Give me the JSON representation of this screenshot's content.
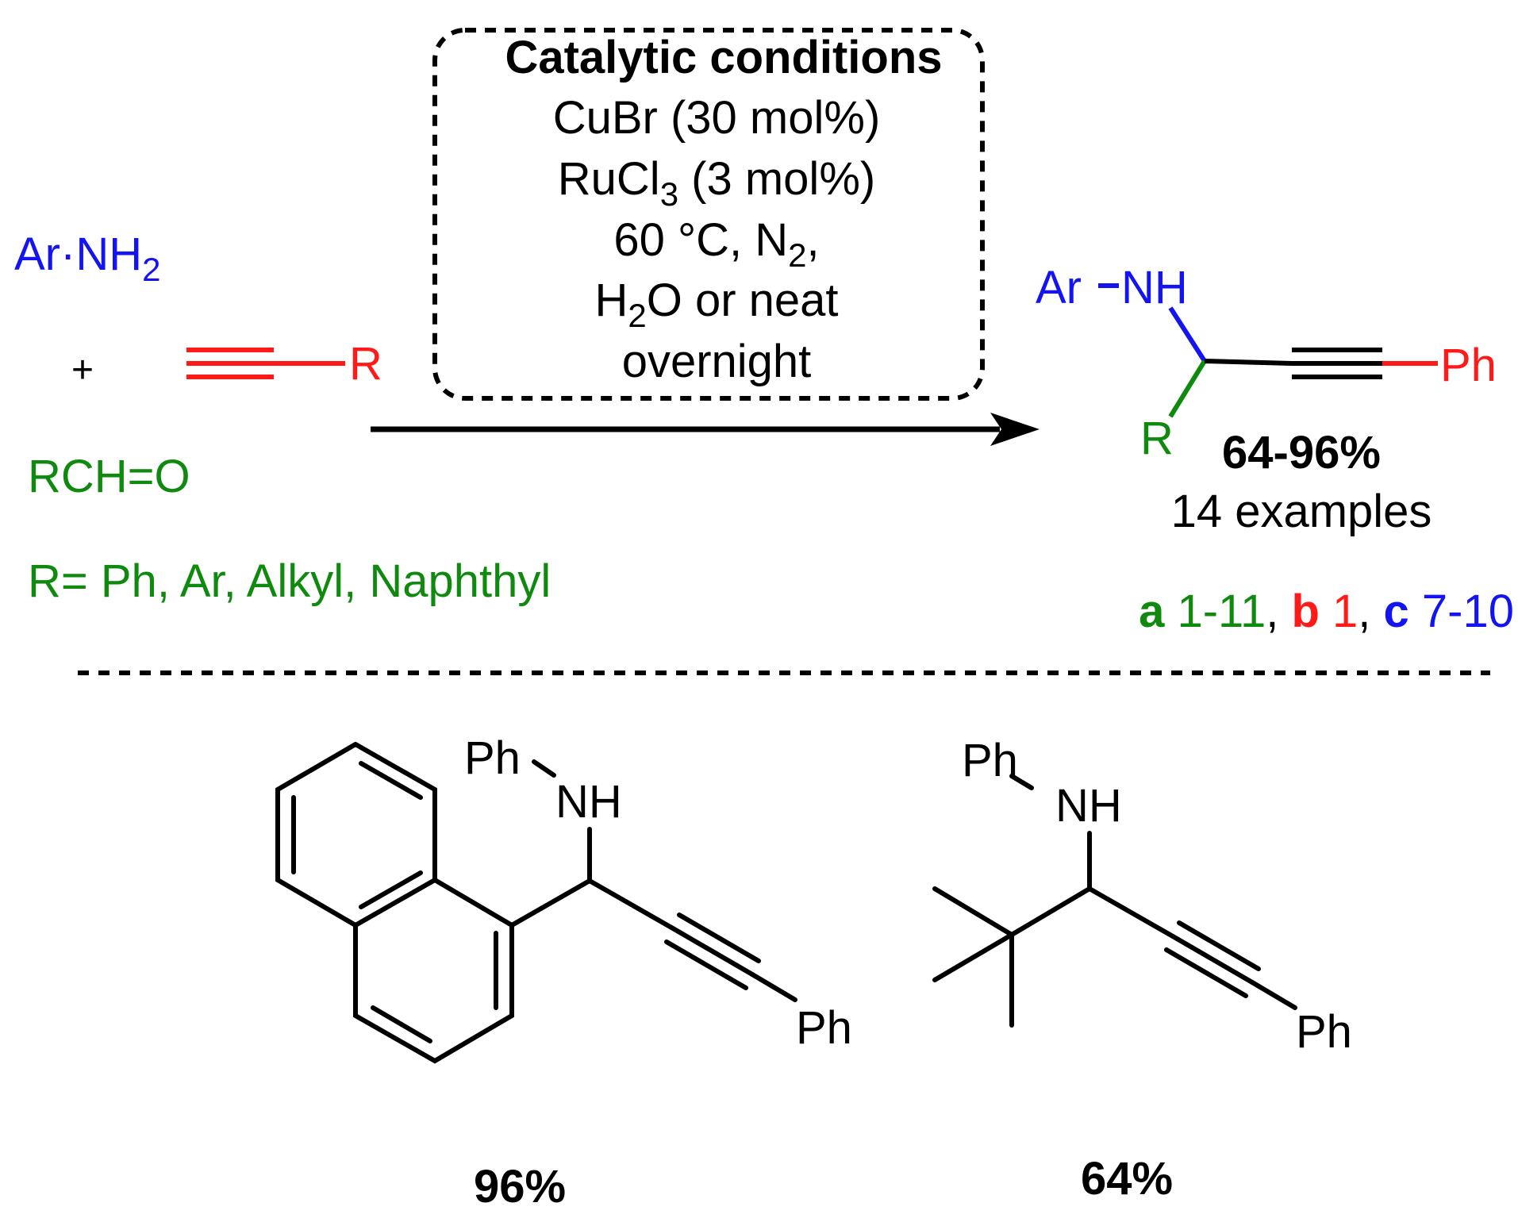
{
  "reactants": {
    "amine_ar": "Ar",
    "amine_dot": "·",
    "amine_nh": "NH",
    "amine_sub": "2",
    "plus": "+",
    "alkyne_r": "R",
    "aldehyde": "RCH=O",
    "r_definition": "R= Ph, Ar, Alkyl, Naphthyl"
  },
  "conditions": {
    "title": "Catalytic conditions",
    "line1": "CuBr (30 mol%)",
    "line2_main": "RuCl",
    "line2_sub": "3",
    "line2_rest": " (3 mol%)",
    "line3_main": "60 °C, N",
    "line3_sub": "2",
    "line3_rest": ",",
    "line4_h": "H",
    "line4_sub": "2",
    "line4_rest": "O or neat",
    "line5": "overnight"
  },
  "product": {
    "ar": "Ar",
    "nh": "NH",
    "ph": "Ph",
    "r": "R",
    "yield": "64-96%",
    "examples": "14 examples",
    "refs": {
      "a_label": "a",
      "a_range": " 1-11",
      "sep1": ", ",
      "b_label": "b",
      "b_range": " 1",
      "sep2": ", ",
      "c_label": "c",
      "c_range": " 7-10"
    }
  },
  "examples": [
    {
      "ph_top": "Ph",
      "nh": "NH",
      "ph_end": "Ph",
      "yield": "96%"
    },
    {
      "ph_top": "Ph",
      "nh": "NH",
      "ph_end": "Ph",
      "yield": "64%"
    }
  ],
  "colors": {
    "amine": "#1414f0",
    "alkyne": "#ff1a1a",
    "aldehyde": "#0f8a0f",
    "bond": "#000000"
  }
}
